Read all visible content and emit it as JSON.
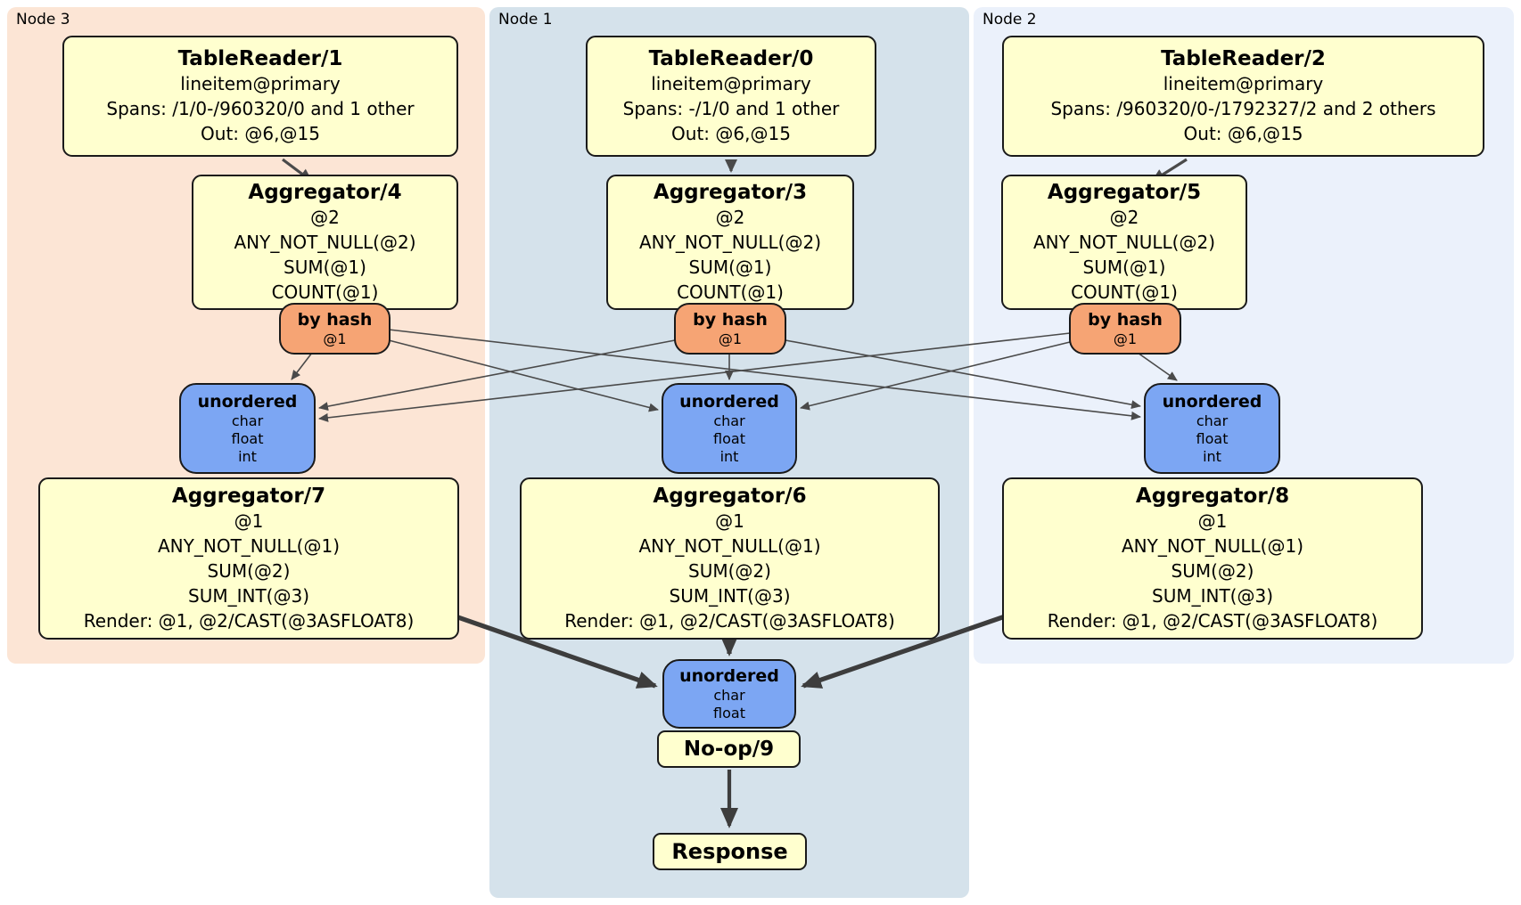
{
  "node3": {
    "label": "Node 3",
    "table_reader": {
      "title": "TableReader/1",
      "lines": [
        "lineitem@primary",
        "Spans: /1/0-/960320/0 and 1 other",
        "Out: @6,@15"
      ]
    },
    "aggregator_top": {
      "title": "Aggregator/4",
      "lines": [
        "@2",
        "ANY_NOT_NULL(@2)",
        "SUM(@1)",
        "COUNT(@1)"
      ]
    },
    "router": {
      "title": "by hash",
      "detail": "@1"
    },
    "sync": {
      "title": "unordered",
      "lines": [
        "char",
        "float",
        "int"
      ]
    },
    "aggregator_bottom": {
      "title": "Aggregator/7",
      "lines": [
        "@1",
        "ANY_NOT_NULL(@1)",
        "SUM(@2)",
        "SUM_INT(@3)",
        "Render: @1, @2/CAST(@3ASFLOAT8)"
      ]
    }
  },
  "node1": {
    "label": "Node 1",
    "table_reader": {
      "title": "TableReader/0",
      "lines": [
        "lineitem@primary",
        "Spans: -/1/0 and 1 other",
        "Out: @6,@15"
      ]
    },
    "aggregator_top": {
      "title": "Aggregator/3",
      "lines": [
        "@2",
        "ANY_NOT_NULL(@2)",
        "SUM(@1)",
        "COUNT(@1)"
      ]
    },
    "router": {
      "title": "by hash",
      "detail": "@1"
    },
    "sync": {
      "title": "unordered",
      "lines": [
        "char",
        "float",
        "int"
      ]
    },
    "aggregator_bottom": {
      "title": "Aggregator/6",
      "lines": [
        "@1",
        "ANY_NOT_NULL(@1)",
        "SUM(@2)",
        "SUM_INT(@3)",
        "Render: @1, @2/CAST(@3ASFLOAT8)"
      ]
    }
  },
  "node2": {
    "label": "Node 2",
    "table_reader": {
      "title": "TableReader/2",
      "lines": [
        "lineitem@primary",
        "Spans: /960320/0-/1792327/2 and 2 others",
        "Out: @6,@15"
      ]
    },
    "aggregator_top": {
      "title": "Aggregator/5",
      "lines": [
        "@2",
        "ANY_NOT_NULL(@2)",
        "SUM(@1)",
        "COUNT(@1)"
      ]
    },
    "router": {
      "title": "by hash",
      "detail": "@1"
    },
    "sync": {
      "title": "unordered",
      "lines": [
        "char",
        "float",
        "int"
      ]
    },
    "aggregator_bottom": {
      "title": "Aggregator/8",
      "lines": [
        "@1",
        "ANY_NOT_NULL(@1)",
        "SUM(@2)",
        "SUM_INT(@3)",
        "Render: @1, @2/CAST(@3ASFLOAT8)"
      ]
    }
  },
  "final": {
    "sync": {
      "title": "unordered",
      "lines": [
        "char",
        "float"
      ]
    },
    "noop": {
      "title": "No-op/9"
    },
    "response": {
      "title": "Response"
    }
  },
  "colors": {
    "node3_bg": "#fce5d5",
    "node1_bg": "#d5e2eb",
    "node2_bg": "#ebf1fb",
    "box_bg": "#ffffcf",
    "router_bg": "#f6a474",
    "sync_bg": "#7ca6f3",
    "border": "#1a1a1a",
    "edge": "#4a4a4a",
    "thick_edge": "#3d3d3d"
  }
}
